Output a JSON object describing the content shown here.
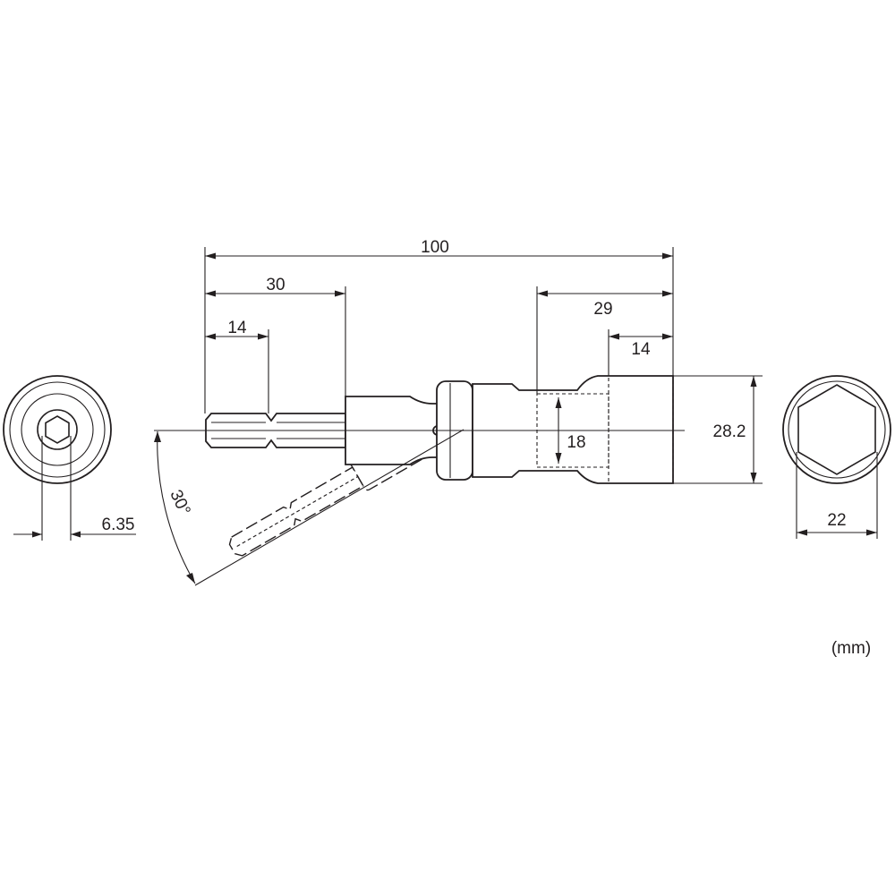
{
  "dimensions": {
    "overall_length": "100",
    "bit_length": "30",
    "hex_shank_length": "14",
    "socket_depth": "29",
    "magnet_section": "14",
    "inner_diameter": "18",
    "outer_diameter": "28.2",
    "hex_across_flats": "22",
    "shank_size": "6.35",
    "swivel_angle": "30°"
  },
  "unit_label": "(mm)",
  "colors": {
    "line": "#231f20",
    "background": "#ffffff"
  }
}
